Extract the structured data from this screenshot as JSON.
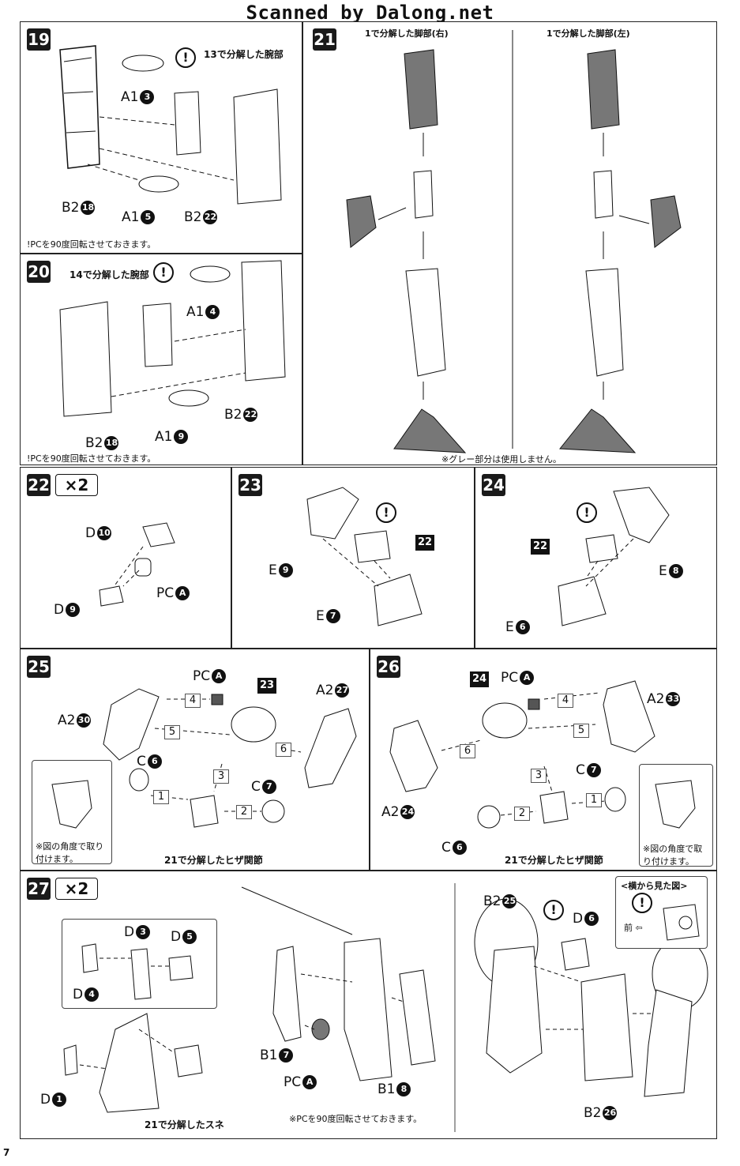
{
  "header": "Scanned by Dalong.net",
  "page_number": "7",
  "steps": {
    "s19": {
      "no": "19",
      "callout": "13で分解した腕部",
      "parts": [
        "A1",
        "3",
        "B2",
        "18",
        "A1",
        "5",
        "B2",
        "22"
      ],
      "note": "!PCを90度回転させておきます。"
    },
    "s20": {
      "no": "20",
      "callout": "14で分解した腕部",
      "parts": [
        "A1",
        "4",
        "B2",
        "22",
        "A1",
        "9",
        "B2",
        "18"
      ],
      "note": "!PCを90度回転させておきます。"
    },
    "s21": {
      "no": "21",
      "left_caption": "1で分解した脚部(右)",
      "right_caption": "1で分解した脚部(左)",
      "note": "※グレー部分は使用しません。"
    },
    "s22": {
      "no": "22",
      "mult": "×2",
      "parts": [
        "D",
        "10",
        "PC",
        "A",
        "D",
        "9"
      ]
    },
    "s23": {
      "no": "23",
      "tag": "22",
      "parts": [
        "E",
        "9",
        "E",
        "7"
      ]
    },
    "s24": {
      "no": "24",
      "tag": "22",
      "parts": [
        "E",
        "8",
        "E",
        "6"
      ]
    },
    "s25": {
      "no": "25",
      "tag": "23",
      "parts": [
        "PC",
        "A",
        "A2",
        "30",
        "A2",
        "27",
        "C",
        "6",
        "C",
        "7"
      ],
      "subs": [
        "4",
        "5",
        "6",
        "3",
        "1",
        "2"
      ],
      "box_note": "※図の角度で取り付けます。",
      "caption": "21で分解したヒザ関節"
    },
    "s26": {
      "no": "26",
      "tag": "24",
      "parts": [
        "PC",
        "A",
        "A2",
        "33",
        "A2",
        "24",
        "C",
        "7",
        "C",
        "6"
      ],
      "subs": [
        "4",
        "5",
        "6",
        "3",
        "2",
        "1"
      ],
      "box_note": "※図の角度で取り付けます。",
      "caption": "21で分解したヒザ関節"
    },
    "s27": {
      "no": "27",
      "mult": "×2",
      "parts": [
        "D",
        "3",
        "D",
        "5",
        "D",
        "4",
        "D",
        "1",
        "B1",
        "7",
        "PC",
        "A",
        "B1",
        "8",
        "B2",
        "25",
        "D",
        "6",
        "B2",
        "26"
      ],
      "caption": "21で分解したスネ",
      "note": "※PCを90度回転させておきます。",
      "side_view_title": "<横から見た図>",
      "front": "前"
    }
  }
}
